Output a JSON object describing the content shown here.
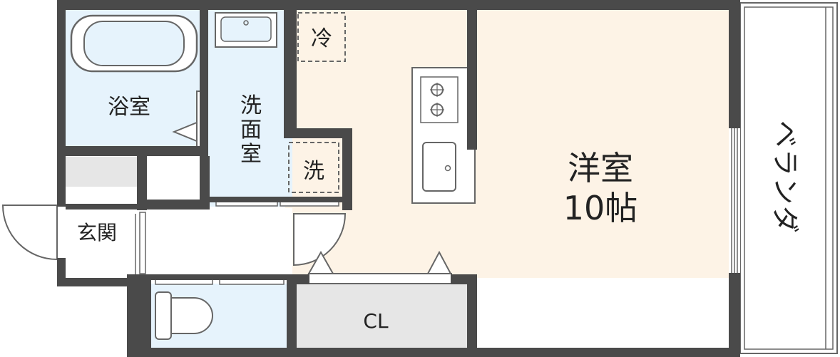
{
  "rooms": {
    "bath": "浴室",
    "washroom_chars": [
      "洗",
      "面",
      "室"
    ],
    "entrance": "玄関",
    "closet": "CL",
    "western_room_name": "洋室",
    "western_room_size": "10帖",
    "balcony_chars": [
      "ベ",
      "ラ",
      "ン",
      "ダ"
    ],
    "fridge_mark": "冷",
    "washer_mark": "洗"
  },
  "colors": {
    "wall": "#4a4a4a",
    "wet_area": "#e6f3fc",
    "floor": "#fdf3e6",
    "closet": "#e6e6e6",
    "balcony": "#ffffff",
    "fixture_stroke": "#666666"
  }
}
